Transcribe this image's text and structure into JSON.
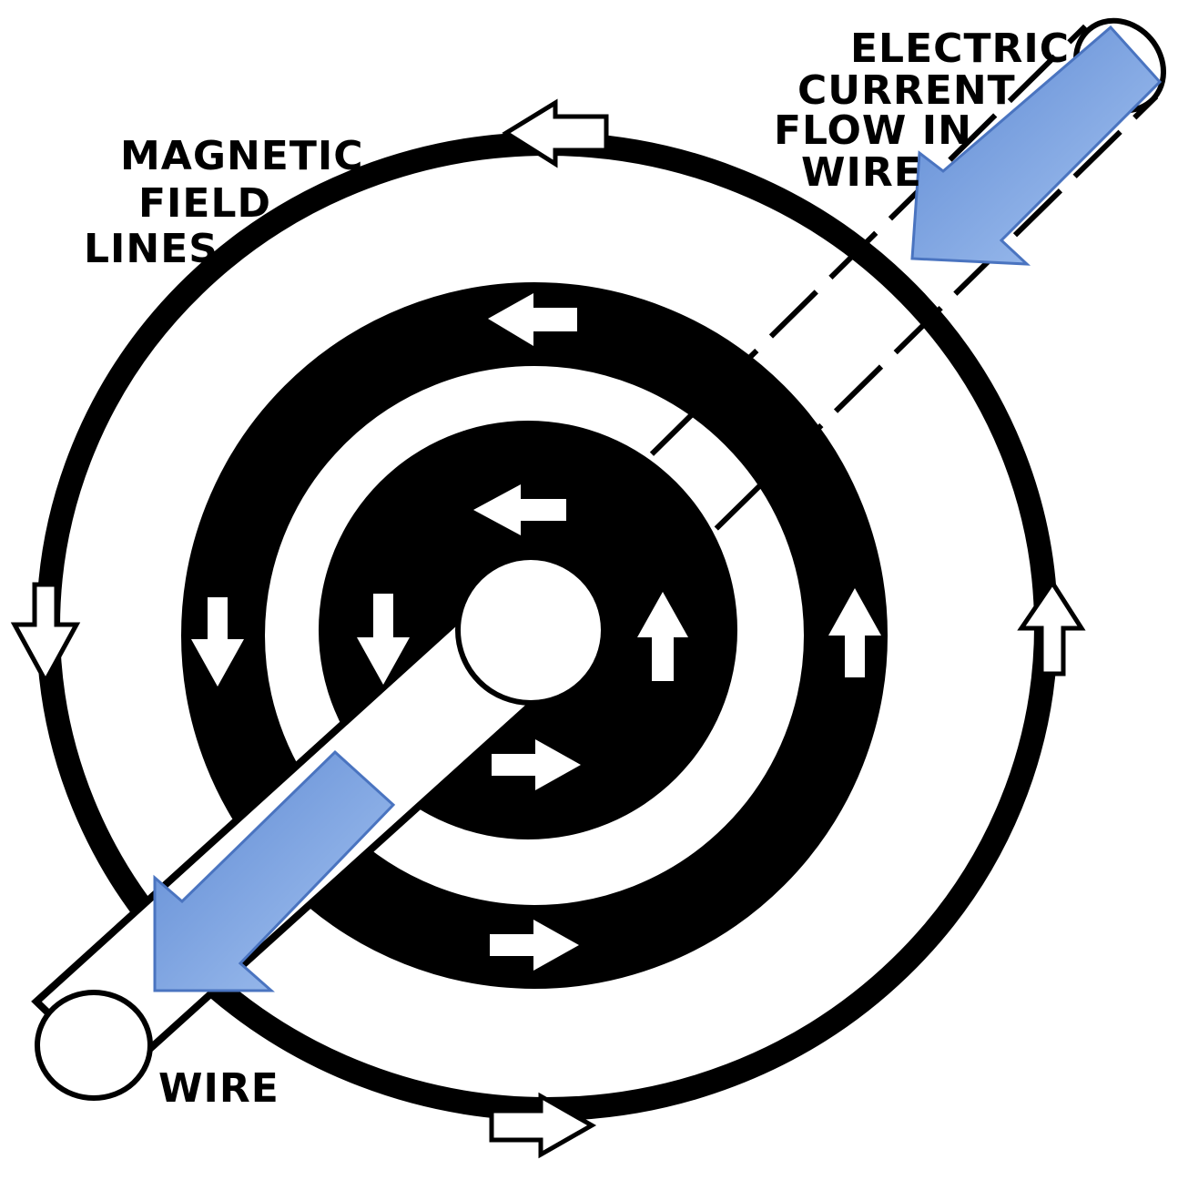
{
  "labels": {
    "magnetic_field_lines": [
      "MAGNETIC",
      "FIELD",
      "LINES"
    ],
    "electric_current": [
      "ELECTRIC",
      "CURRENT",
      "FLOW IN",
      "WIRE"
    ],
    "wire": "WIRE"
  },
  "colors": {
    "ink": "#000000",
    "paper": "#ffffff",
    "current_arrow_light": "#a8c6f2",
    "current_arrow_dark": "#5b87d2",
    "current_arrow_edge": "#4a74c0"
  },
  "icons": {
    "field_direction": "white-arrow-icon",
    "current_direction": "blue-arrow-icon"
  }
}
